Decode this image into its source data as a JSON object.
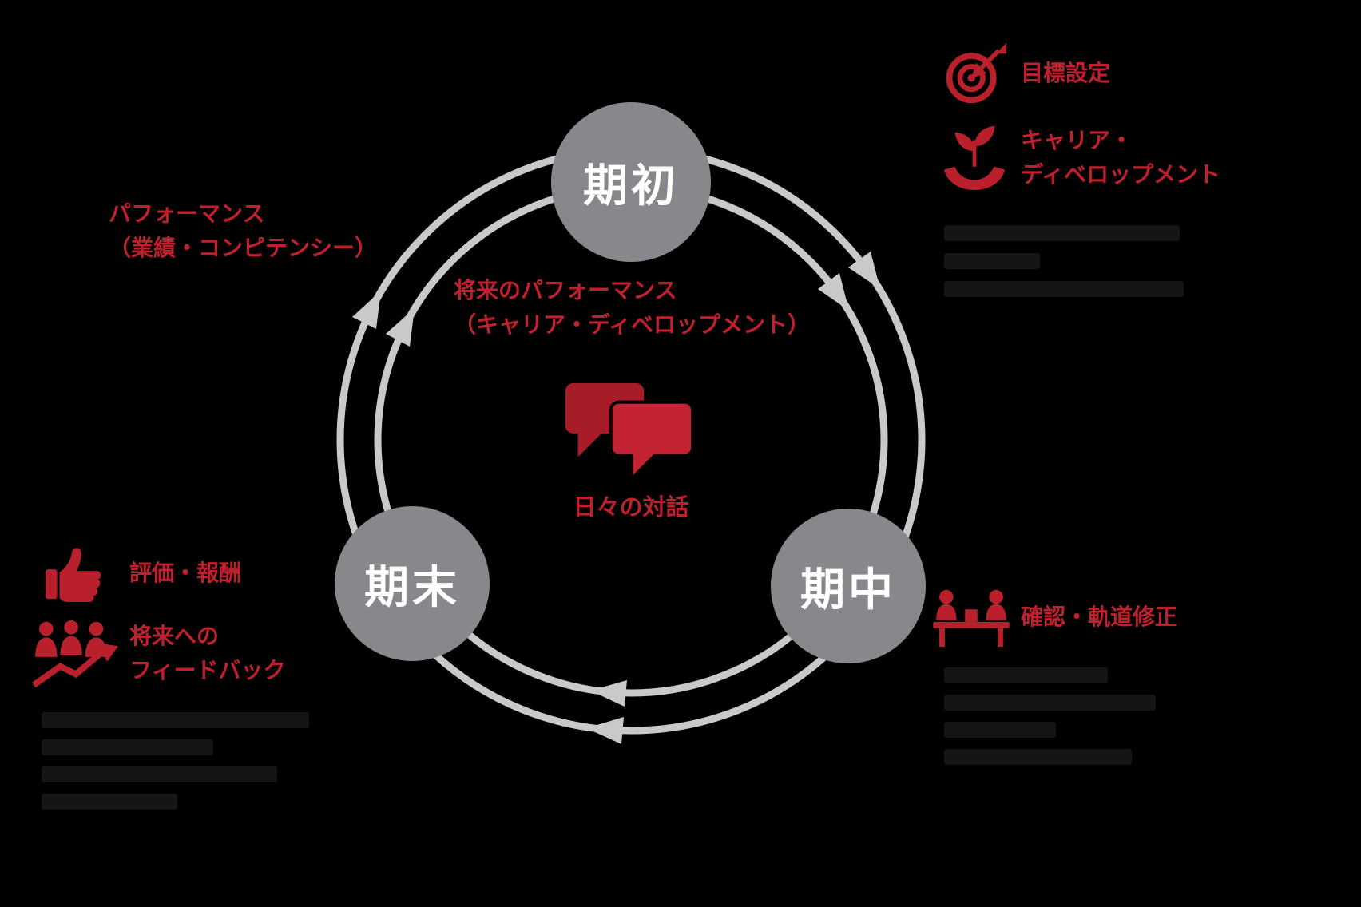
{
  "colors": {
    "background": "#000000",
    "accent_red": "#b9202c",
    "red_text": "#c0202e",
    "ring_gray": "#c7c9ca",
    "node_gray": "#86888b",
    "node_text": "#ffffff"
  },
  "cycle": {
    "direction": "clockwise",
    "nodes": {
      "top": "期初",
      "bottom_right": "期中",
      "bottom_left": "期末"
    },
    "center": {
      "future_performance_line1": "将来のパフォーマンス",
      "future_performance_line2": "（キャリア・ディベロップメント）",
      "dialogue_icon": "chat-bubbles-icon",
      "dialogue_label": "日々の対話"
    }
  },
  "annotations": {
    "top_left": {
      "line1": "パフォーマンス",
      "line2": "（業績・コンピテンシー）"
    },
    "top_right": {
      "goal": {
        "icon": "target-icon",
        "label": "目標設定"
      },
      "career": {
        "icon": "seedling-hand-icon",
        "line1": "キャリア・",
        "line2": "ディベロップメント"
      }
    },
    "bottom_left": {
      "evaluation": {
        "icon": "thumbs-up-icon",
        "label": "評価・報酬"
      },
      "feedback": {
        "icon": "people-growth-icon",
        "line1": "将来への",
        "line2": "フィードバック"
      }
    },
    "bottom_right": {
      "checkpoint": {
        "icon": "meeting-icon",
        "label": "確認・軌道修正"
      }
    }
  }
}
